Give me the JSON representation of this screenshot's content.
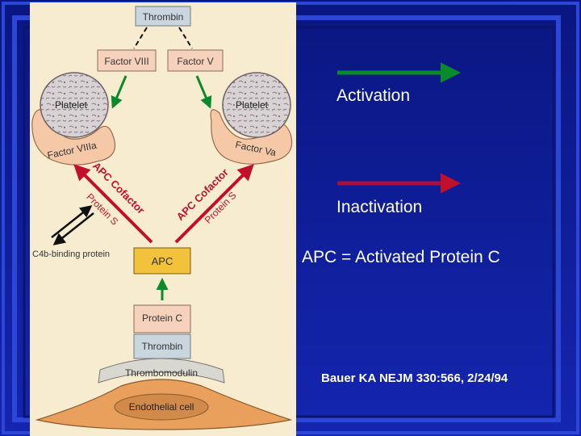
{
  "diagram": {
    "thrombin_top": "Thrombin",
    "factor_viii": "Factor VIII",
    "factor_v": "Factor V",
    "platelet_left": "Platelet",
    "platelet_right": "Platelet",
    "factor_viiia": "Factor VIIIa",
    "factor_va": "Factor Va",
    "apc_cofactor_left": "APC Cofactor",
    "protein_s_left": "Protein S",
    "apc_cofactor_right": "APC Cofactor",
    "protein_s_right": "Protein S",
    "c4b_binding_protein": "C4b-binding protein",
    "apc": "APC",
    "protein_c": "Protein C",
    "thrombin_bottom": "Thrombin",
    "thrombomodulin": "Thrombomodulin",
    "endothelial_cell": "Endothelial cell"
  },
  "legend": {
    "activation": "Activation",
    "inactivation": "Inactivation",
    "apc_definition": "APC = Activated Protein C"
  },
  "citation": "Bauer KA NEJM 330:566, 2/24/94",
  "colors": {
    "background": "#0b1a8c",
    "frame": "#2c46d8",
    "panel": "#f7ecd0",
    "activation_arrow": "#0a8a2a",
    "inactivation_arrow": "#a8103f",
    "apc_box": "#f2c23a",
    "factor_box": "#f6d2bc",
    "thrombin_box": "#c9d6de"
  }
}
